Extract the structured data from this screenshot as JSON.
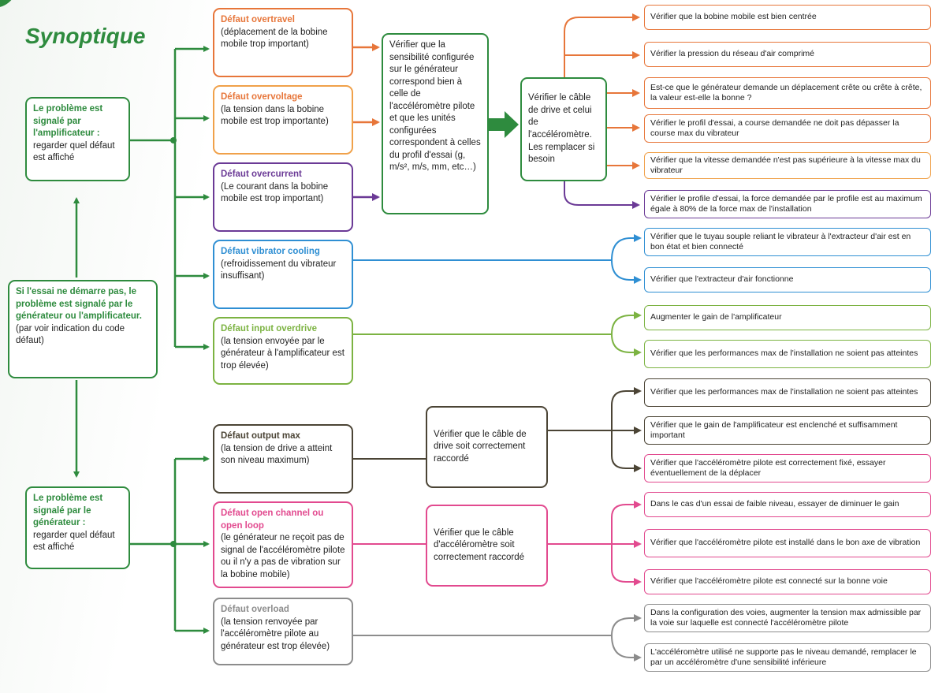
{
  "page": {
    "title": "Synoptique",
    "colors": {
      "green": "#2e8b3e",
      "orange": "#e7763a",
      "purple": "#6b3a96",
      "blue": "#2f8fd3",
      "lime": "#7cb342",
      "dark": "#4b4435",
      "pink": "#e24a8f",
      "gray": "#8c8c8c"
    }
  },
  "left": {
    "amp": {
      "title": "Le problème est signalé par l'amplificateur :",
      "text": "regarder quel défaut est affiché"
    },
    "start": {
      "title": "Si l'essai ne démarre pas, le problème est signalé par le générateur ou l'amplificateur.",
      "text": "(par voir indication du code défaut)"
    },
    "gen": {
      "title": "Le problème est signalé par le générateur :",
      "text": "regarder quel défaut est affiché"
    }
  },
  "faults": {
    "overtravel": {
      "title": "Défaut overtravel",
      "text": "(déplacement de la bobine mobile trop important)"
    },
    "overvoltage": {
      "title": "Défaut overvoltage",
      "text": "(la tension dans la bobine mobile est trop importante)"
    },
    "overcurrent": {
      "title": "Défaut overcurrent",
      "text": "(Le courant dans la bobine mobile est trop important)"
    },
    "cooling": {
      "title": "Défaut vibrator cooling",
      "text": "(refroidissement du vibrateur insuffisant)"
    },
    "overdrive": {
      "title": "Défaut input overdrive",
      "text": "(la tension envoyée par le générateur à l'amplificateur est trop élevée)"
    },
    "outputmax": {
      "title": "Défaut output max",
      "text": "(la tension de drive a atteint son niveau maximum)"
    },
    "openchannel": {
      "title": "Défaut open channel ou open loop",
      "text": "(le générateur ne reçoit pas de signal de l'accéléromètre pilote ou il n'y a pas de vibration sur la bobine mobile)"
    },
    "overload": {
      "title": "Défaut overload",
      "text": "(la tension renvoyée par l'accéléromètre pilote au générateur est trop élevée)"
    }
  },
  "middle": {
    "sensitivity": "Vérifier que la sensibilité configurée sur le générateur correspond bien à celle de l'accéléromètre pilote et que les unités configurées correspondent à celles du profil d'essai (g, m/s², m/s, mm, etc…)",
    "cable_drive": "Vérifier le câble de drive et celui de l'accéléromètre. Les remplacer si besoin",
    "drive_cable": "Vérifier que le câble de drive soit correctement raccordé",
    "accel_cable": "Vérifier que le câble d'accéléromètre soit correctement raccordé"
  },
  "checks": {
    "c1": "Vérifier que la bobine mobile est bien centrée",
    "c2": "Vérifier la pression du réseau d'air comprimé",
    "c3": "Est-ce que le générateur demande un déplacement crête ou crête à crête, la valeur est-elle la bonne ?",
    "c4": "Vérifier le profil d'essai, a course demandée ne doit pas dépasser la course max du vibrateur",
    "c5": "Vérifier que la vitesse demandée n'est pas supérieure à la vitesse max du vibrateur",
    "c6": "Vérifier le profile d'essai, la force demandée par le profile est au maximum égale à 80% de la force max de l'installation",
    "c7": "Vérifier que le tuyau souple reliant le vibrateur à l'extracteur d'air est en bon état et bien connecté",
    "c8": "Vérifier que l'extracteur d'air fonctionne",
    "c9": "Augmenter le gain de l'amplificateur",
    "c10": "Vérifier que les performances max de l'installation ne soient pas atteintes",
    "c11": "Vérifier que les performances max de l'installation ne soient pas atteintes",
    "c12": "Vérifier que le gain de l'amplificateur est enclenché et suffisamment important",
    "c13": "Vérifier que l'accéléromètre pilote est correctement fixé, essayer éventuellement de la déplacer",
    "c14": "Dans le cas d'un essai de faible niveau, essayer de diminuer le gain",
    "c15": "Vérifier que l'accéléromètre pilote est installé dans le bon axe de vibration",
    "c16": "Vérifier que l'accéléromètre pilote est connecté sur la bonne voie",
    "c17": "Dans la configuration des voies, augmenter la tension max admissible par la voie sur laquelle est connecté l'accéléromètre pilote",
    "c18": "L'accéléromètre utilisé ne supporte pas le niveau demandé, remplacer le par un accéléromètre d'une sensibilité inférieure"
  }
}
